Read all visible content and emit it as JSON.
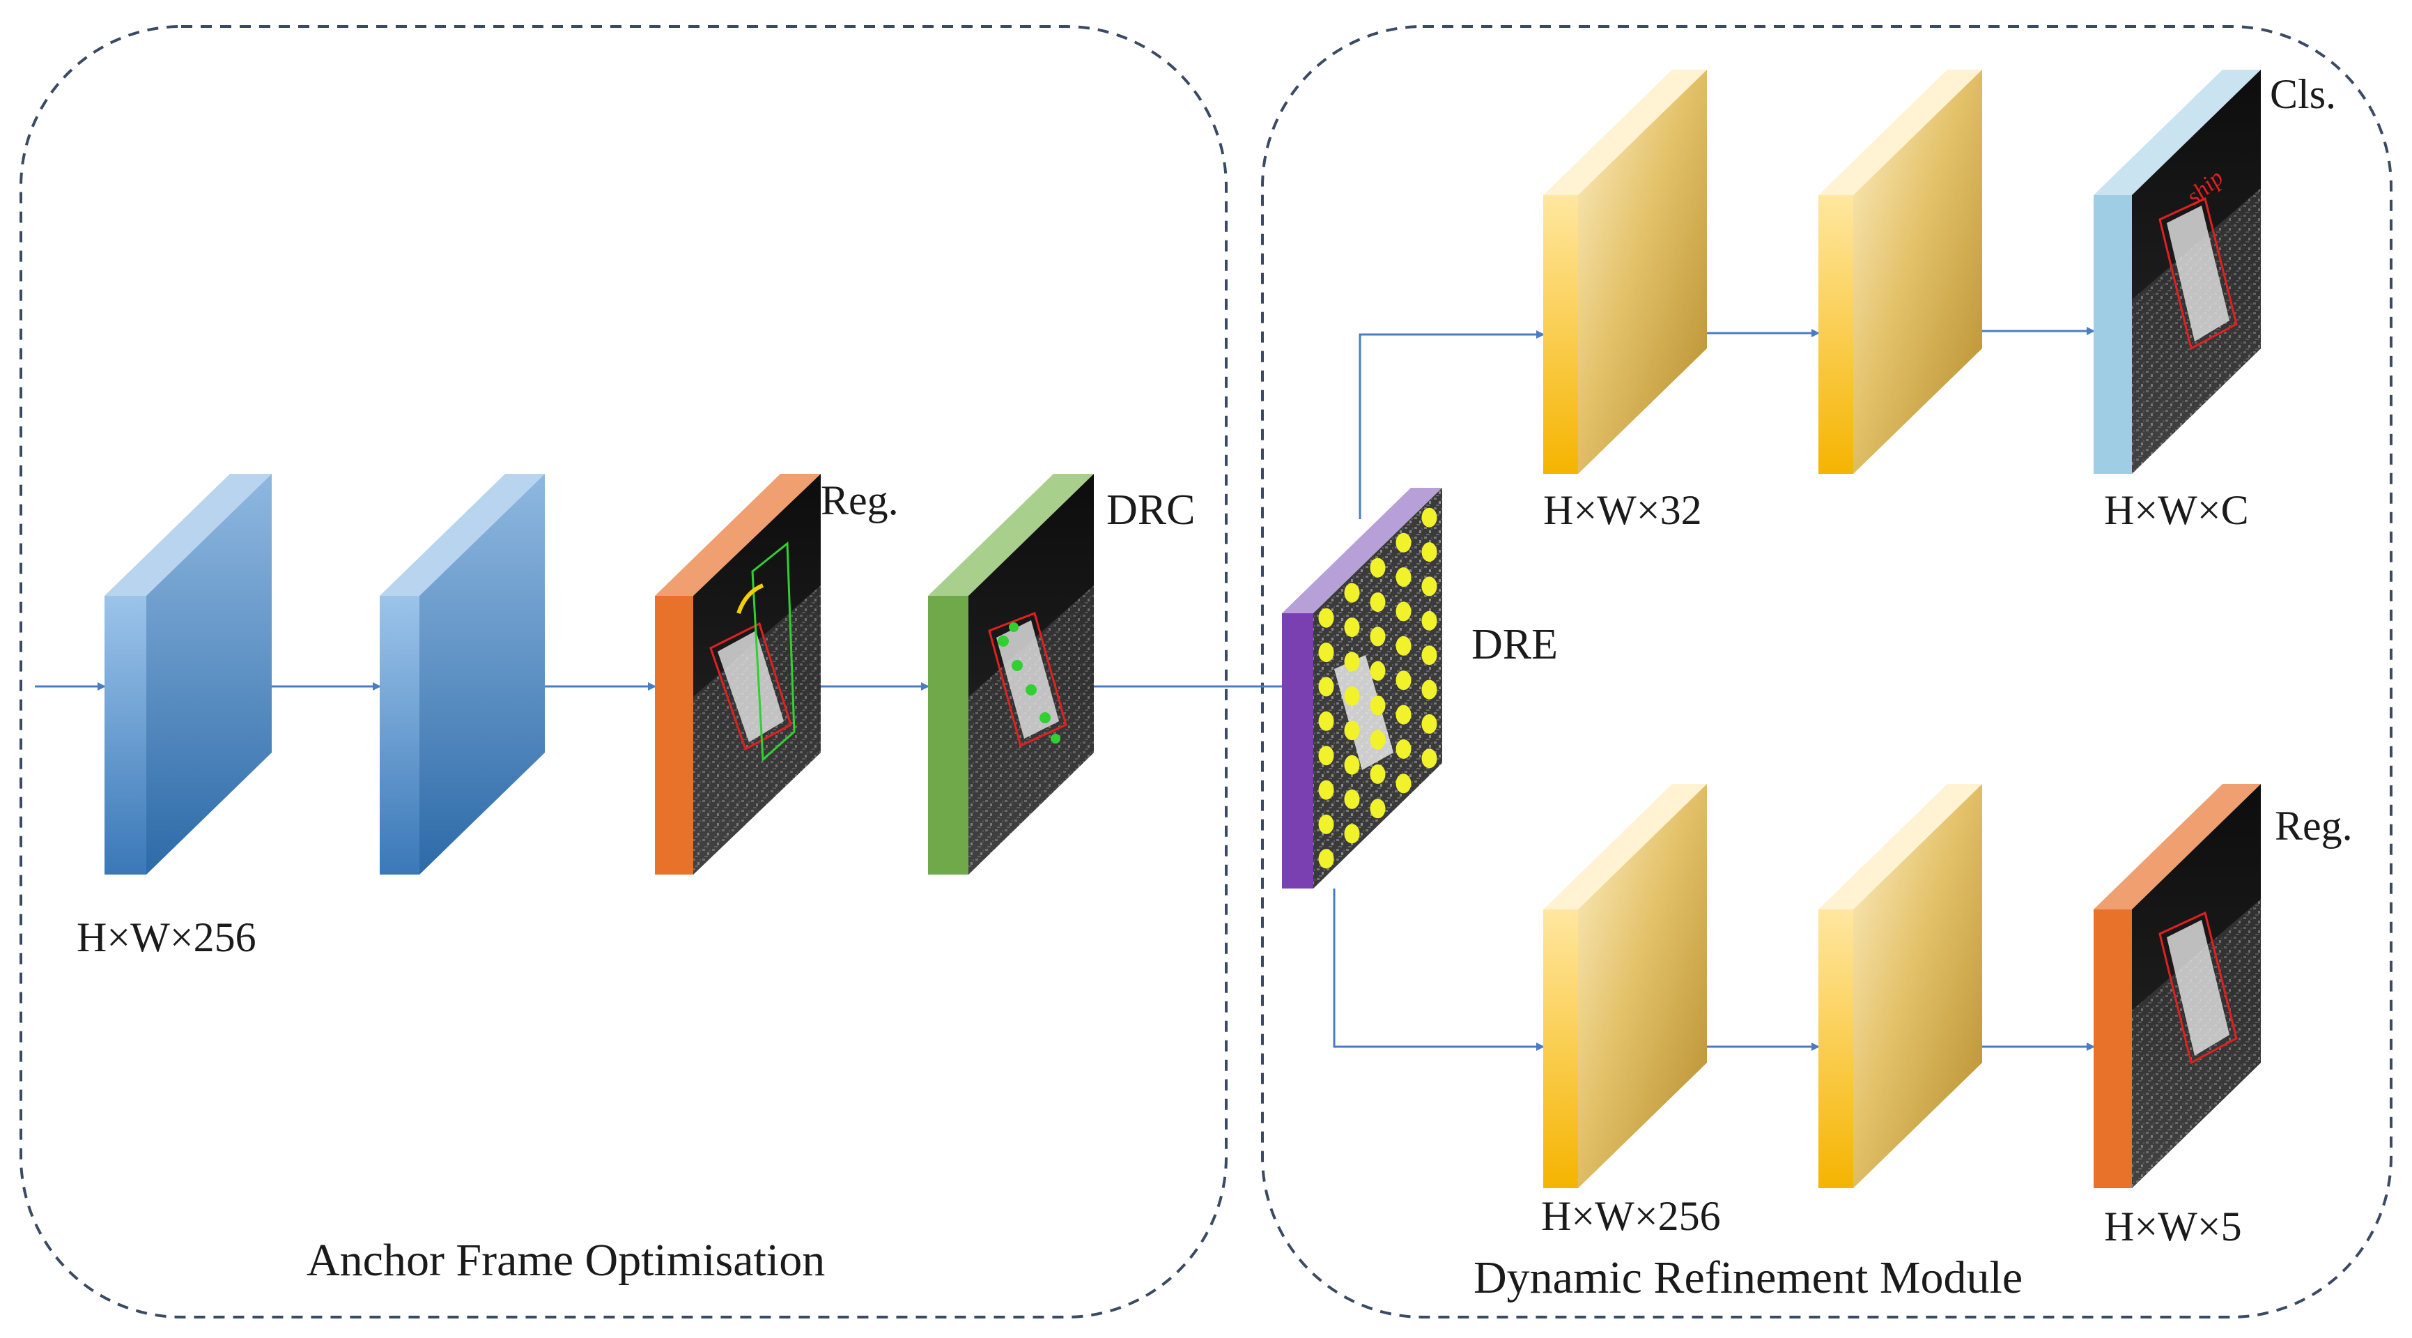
{
  "panels": {
    "left_title": "Anchor Frame Optimisation",
    "right_title": "Dynamic Refinement Module"
  },
  "labels": {
    "input_shape": "H×W×256",
    "reg_top": "Reg.",
    "drc": "DRC",
    "dre": "DRE",
    "cls_branch_shape": "H×W×32",
    "cls_out_shape": "H×W×C",
    "cls": "Cls.",
    "reg_branch_shape": "H×W×256",
    "reg_out_shape": "H×W×5",
    "reg_bottom": "Reg.",
    "ship_text": "ship"
  },
  "colors": {
    "blue_front": "#5b9bd5",
    "blue_face": "#4a86c0",
    "orange_front": "#e8722a",
    "green_front": "#6fa94a",
    "purple_front": "#7a3fb0",
    "yellow_face": "#e5c25a",
    "light_blue_front": "#9fcde3",
    "arrow": "#4a7cc4",
    "dashed_border": "#3b4a63"
  }
}
